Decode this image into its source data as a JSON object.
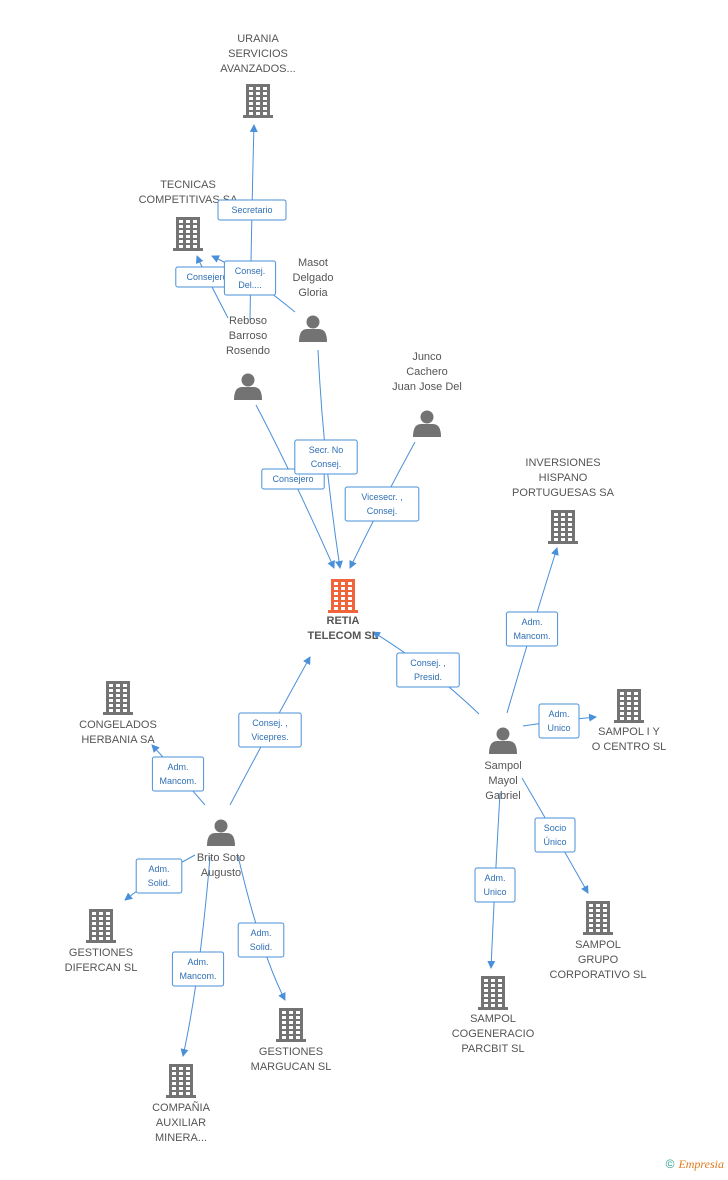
{
  "colors": {
    "node": "#737373",
    "center": "#f0643c",
    "edge": "#4a90d9"
  },
  "nodes": [
    {
      "id": "retia",
      "type": "company",
      "center": true,
      "label": [
        "RETIA",
        "TELECOM SL"
      ]
    },
    {
      "id": "urania",
      "type": "company",
      "label": [
        "URANIA",
        "SERVICIOS",
        "AVANZADOS..."
      ]
    },
    {
      "id": "tecnicas",
      "type": "company",
      "label": [
        "TECNICAS",
        "COMPETITIVAS SA"
      ]
    },
    {
      "id": "masot",
      "type": "person",
      "label": [
        "Masot",
        "Delgado",
        "Gloria"
      ]
    },
    {
      "id": "reboso",
      "type": "person",
      "label": [
        "Reboso",
        "Barroso",
        "Rosendo"
      ]
    },
    {
      "id": "junco",
      "type": "person",
      "label": [
        "Junco",
        "Cachero",
        "Juan Jose Del"
      ]
    },
    {
      "id": "inversiones",
      "type": "company",
      "label": [
        "INVERSIONES",
        "HISPANO",
        "PORTUGUESAS SA"
      ]
    },
    {
      "id": "congelados",
      "type": "company",
      "label": [
        "CONGELADOS",
        "HERBANIA SA"
      ]
    },
    {
      "id": "sampol_p",
      "type": "person",
      "label": [
        "Sampol",
        "Mayol",
        "Gabriel"
      ]
    },
    {
      "id": "sampol_iy",
      "type": "company",
      "label": [
        "SAMPOL I Y",
        "O CENTRO SL"
      ]
    },
    {
      "id": "brito",
      "type": "person",
      "label": [
        "Brito Soto",
        "Augusto"
      ]
    },
    {
      "id": "difercan",
      "type": "company",
      "label": [
        "GESTIONES",
        "DIFERCAN SL"
      ]
    },
    {
      "id": "marguca",
      "type": "company",
      "label": [
        "GESTIONES",
        "MARGUCAN SL"
      ]
    },
    {
      "id": "compania",
      "type": "company",
      "label": [
        "COMPAÑIA",
        "AUXILIAR",
        "MINERA..."
      ]
    },
    {
      "id": "sampol_grupo",
      "type": "company",
      "label": [
        "SAMPOL",
        "GRUPO",
        "CORPORATIVO SL"
      ]
    },
    {
      "id": "sampol_cog",
      "type": "company",
      "label": [
        "SAMPOL",
        "COGENERACIO",
        "PARCBIT SL"
      ]
    }
  ],
  "edges": [
    {
      "from": "reboso",
      "to": "urania",
      "label": [
        "Secretario"
      ]
    },
    {
      "from": "reboso",
      "to": "tecnicas",
      "label": [
        "Consejero"
      ]
    },
    {
      "from": "masot",
      "to": "tecnicas",
      "label": [
        "Consej.",
        "Del...."
      ]
    },
    {
      "from": "reboso",
      "to": "retia",
      "label": [
        "Consejero"
      ]
    },
    {
      "from": "masot",
      "to": "retia",
      "label": [
        "Secr.  No",
        "Consej."
      ]
    },
    {
      "from": "junco",
      "to": "retia",
      "label": [
        "Vicesecr. ,",
        "Consej."
      ]
    },
    {
      "from": "sampol_p",
      "to": "retia",
      "label": [
        "Consej. ,",
        "Presid."
      ]
    },
    {
      "from": "sampol_p",
      "to": "inversiones",
      "label": [
        "Adm.",
        "Mancom."
      ]
    },
    {
      "from": "sampol_p",
      "to": "sampol_iy",
      "label": [
        "Adm.",
        "Unico"
      ]
    },
    {
      "from": "sampol_p",
      "to": "sampol_grupo",
      "label": [
        "Socio",
        "Único"
      ]
    },
    {
      "from": "sampol_p",
      "to": "sampol_cog",
      "label": [
        "Adm.",
        "Unico"
      ]
    },
    {
      "from": "brito",
      "to": "retia",
      "label": [
        "Consej. ,",
        "Vicepres."
      ]
    },
    {
      "from": "brito",
      "to": "congelados",
      "label": [
        "Adm.",
        "Mancom."
      ]
    },
    {
      "from": "brito",
      "to": "difercan",
      "label": [
        "Adm.",
        "Solid."
      ]
    },
    {
      "from": "brito",
      "to": "marguca",
      "label": [
        "Adm.",
        "Solid."
      ]
    },
    {
      "from": "brito",
      "to": "compania",
      "label": [
        "Adm.",
        "Mancom."
      ]
    }
  ],
  "footer": {
    "copyright": "©",
    "brand": "Empresia"
  }
}
